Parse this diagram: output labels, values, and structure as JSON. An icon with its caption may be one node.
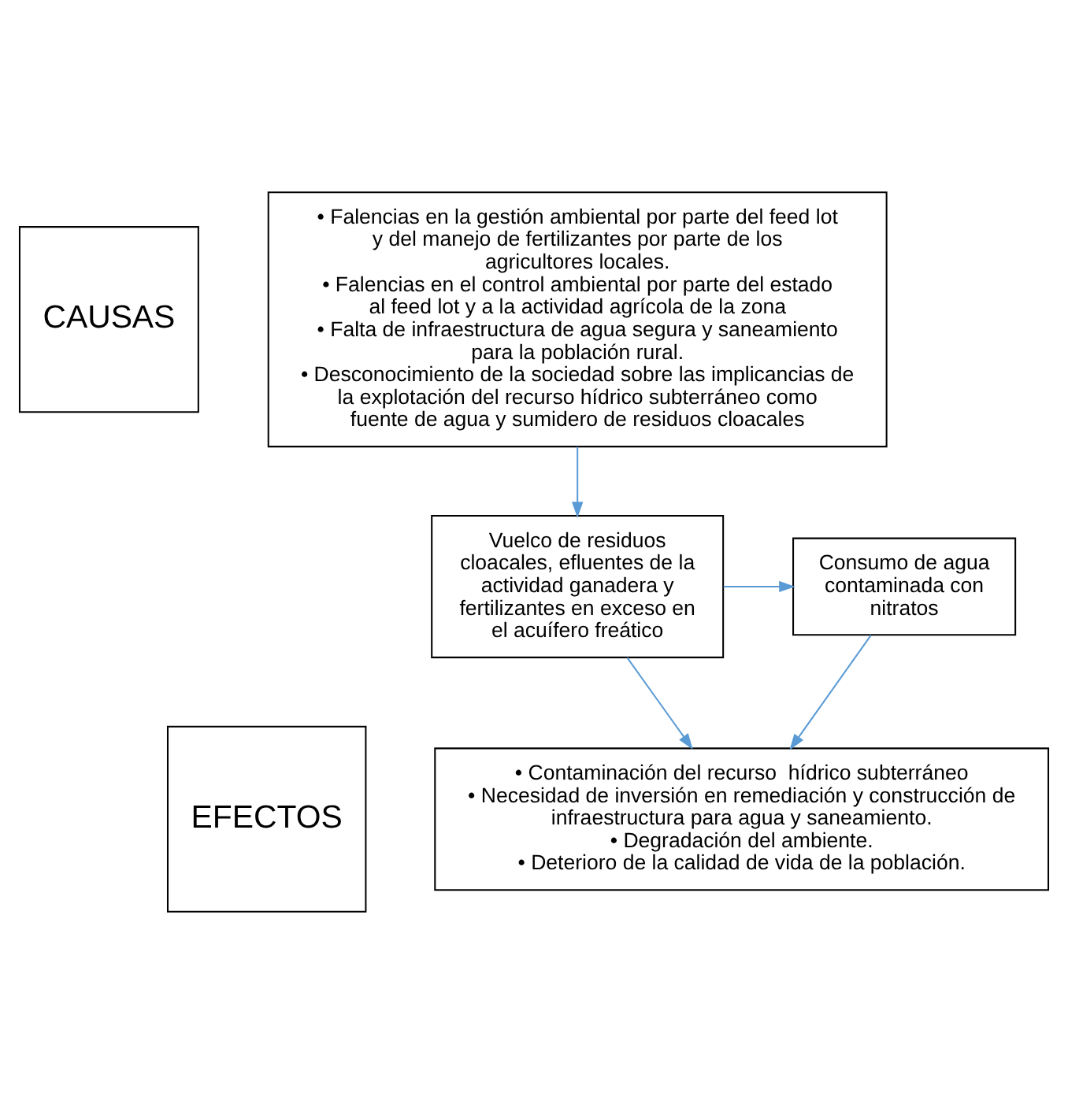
{
  "diagram": {
    "nodes": [
      {
        "text": [
          "CAUSAS"
        ]
      },
      {
        "text": [
          "• Falencias en la gestión ambiental por parte del feed lot y del manejo de fertilizantes por parte de los agricultores locales.",
          "• Falencias en el control ambiental por parte del estado al feed lot y a la actividad agrícola de la zona",
          "• Falta de infraestructura de agua segura y saneamiento para la población rural.",
          "• Desconocimiento de la sociedad sobre las implicancias de la explotación del recurso hídrico subterráneo como fuente de agua y sumidero de residuos cloacales"
        ]
      },
      {
        "text": [
          "Vuelco de residuos cloacales, efluentes de la actividad ganadera y fertilizantes en exceso en el acuífero freático"
        ]
      },
      {
        "text": [
          "Consumo de agua contaminada con nitratos"
        ]
      },
      {
        "text": [
          "EFECTOS"
        ]
      },
      {
        "text": [
          "• Contaminación del recurso  hídrico subterráneo",
          "• Necesidad de inversión en remediación y construcción de infraestructura para agua y saneamiento.",
          "• Degradación del ambiente.",
          "• Deterioro de la calidad de vida de la población."
        ]
      }
    ],
    "edges": [
      {
        "from": 1,
        "to": 2,
        "arrow": "to"
      },
      {
        "from": 2,
        "to": 3,
        "arrow": "to"
      },
      {
        "from": 2,
        "to": 5,
        "arrow": "to"
      },
      {
        "from": 3,
        "to": 5,
        "arrow": "to"
      }
    ]
  }
}
